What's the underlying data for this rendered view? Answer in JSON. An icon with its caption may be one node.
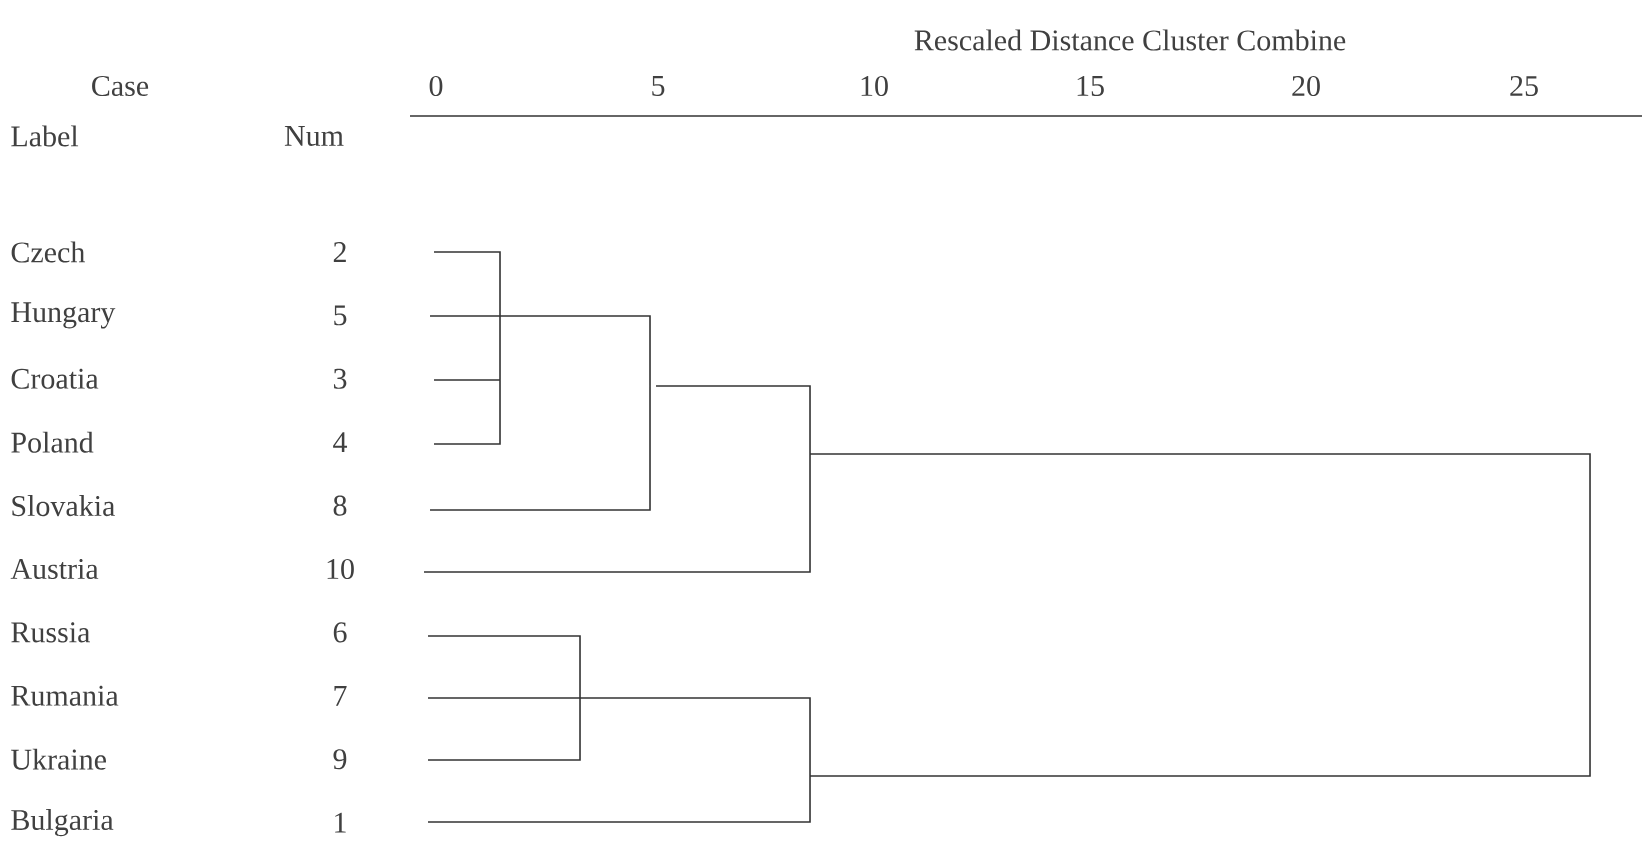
{
  "diagram": {
    "labels": [
      "Rescaled Distance Cluster Combine",
      "Case",
      "0",
      "5",
      "10",
      "15",
      "20",
      "25",
      "Label",
      "Num",
      "Czech",
      "2",
      "Hungary",
      "5",
      "Croatia",
      "3",
      "Poland",
      "4",
      "Slovakia",
      "8",
      "Austria",
      "10",
      "Russia",
      "6",
      "Rumania",
      "7",
      "Ukraine",
      "9",
      "Bulgaria",
      "1"
    ]
  }
}
